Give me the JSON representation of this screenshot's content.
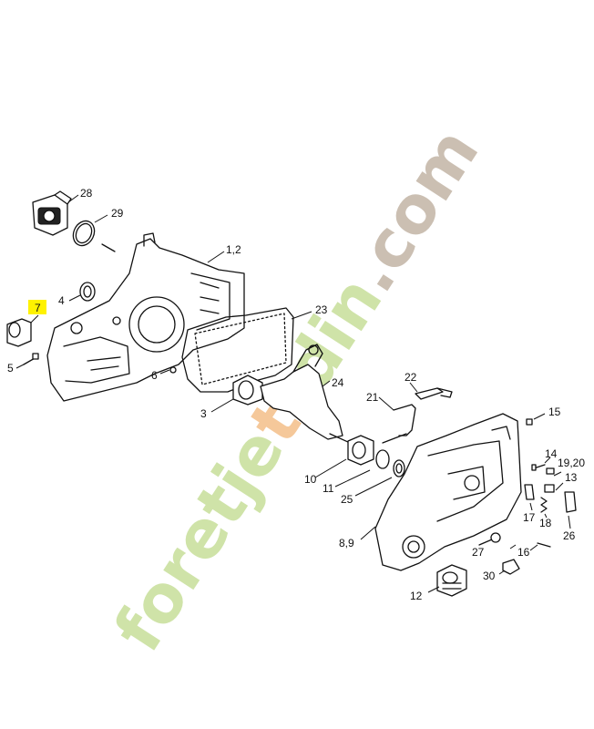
{
  "watermark": {
    "text_green": "foretje",
    "text_orange": "t",
    "text_green2": "rdin",
    "text_gray": ".com",
    "colors": {
      "green": "#cfe3a8",
      "orange": "#f5c89a",
      "gray": "#cbbfb2"
    }
  },
  "highlight": {
    "label": "7",
    "color": "#fff200"
  },
  "labels": {
    "l28": "28",
    "l29": "29",
    "l12a": "1,2",
    "l4": "4",
    "l7": "7",
    "l5": "5",
    "l6": "6",
    "l23": "23",
    "l3": "3",
    "l24": "24",
    "l22": "22",
    "l21": "21",
    "l15": "15",
    "l14": "14",
    "l1920": "19,20",
    "l13": "13",
    "l10": "10",
    "l11": "11",
    "l25": "25",
    "l17": "17",
    "l18": "18",
    "l26": "26",
    "l89": "8,9",
    "l27": "27",
    "l16": "16",
    "l30": "30",
    "l12": "12"
  }
}
